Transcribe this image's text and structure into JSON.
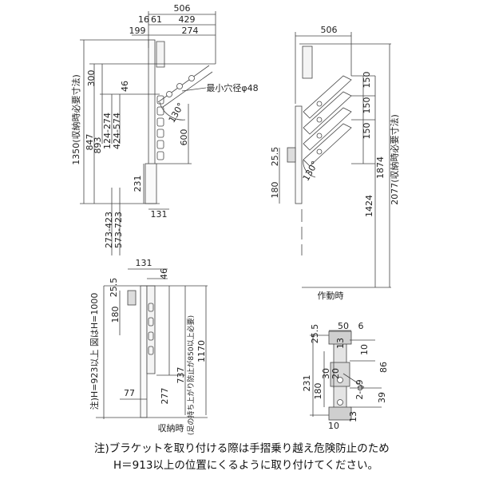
{
  "colors": {
    "ink": "#444444",
    "text": "#222222",
    "fill": "#cfcfcf",
    "background": "#ffffff"
  },
  "view_a": {
    "dims": [
      "506",
      "16",
      "61",
      "429",
      "199",
      "274",
      "300",
      "46",
      "847",
      "893",
      "124-274",
      "424-574",
      "600",
      "231",
      "131",
      "273-423",
      "573-723"
    ],
    "label_vertical": "1350(収納時必要寸法)",
    "hole_label": "最小穴径φ48",
    "angle": "130°"
  },
  "view_b": {
    "dims": [
      "506",
      "150",
      "150",
      "150",
      "25.5",
      "180",
      "1424",
      "1874"
    ],
    "label_vertical": "2077(収納時必要寸法)",
    "angle": "130°",
    "caption": "作動時"
  },
  "view_c": {
    "dims": [
      "131",
      "46",
      "25.5",
      "180",
      "77",
      "277",
      "737",
      "1170"
    ],
    "note_vertical": "注)H=923以上 図はH=1000",
    "inner_vertical": "(足の持ち上がり防止が850以上必要)",
    "caption": "収納時"
  },
  "view_d": {
    "dims": [
      "25.5",
      "50",
      "6",
      "13",
      "10",
      "86",
      "30",
      "20",
      "180",
      "231",
      "39",
      "10",
      "13"
    ],
    "hole_label": "2-φ9"
  },
  "note": {
    "line1": "注)ブラケットを取り付ける際は手摺乗り越え危険防止のため",
    "line2": "H＝913以上の位置にくるように取り付けてください。"
  }
}
